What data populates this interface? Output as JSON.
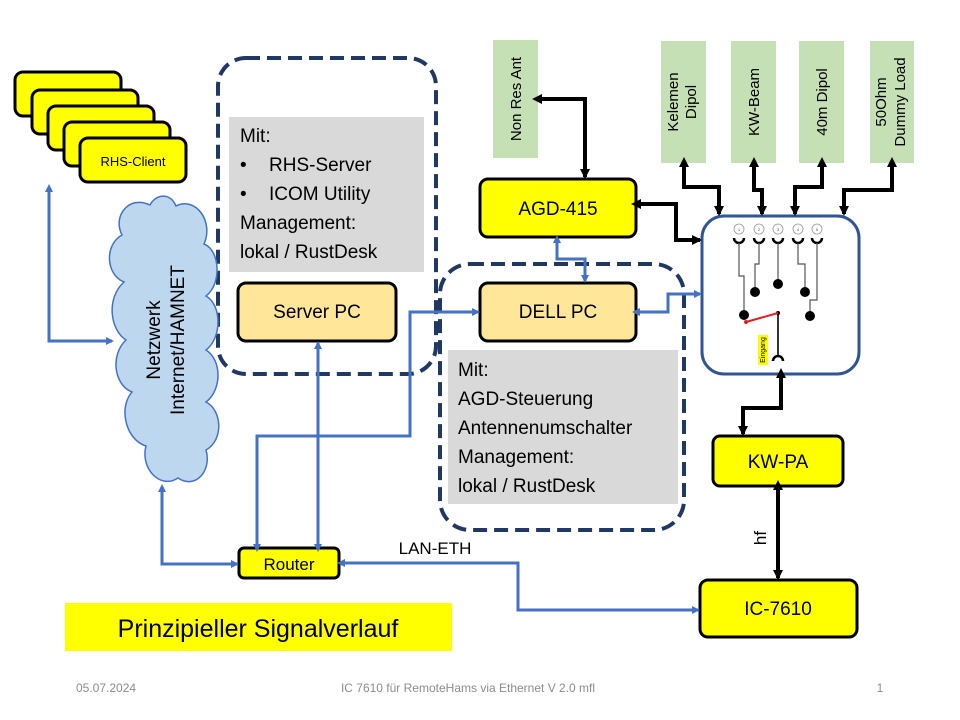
{
  "clients": {
    "label": "RHS-Client",
    "count": 5
  },
  "network": {
    "line1": "Netzwerk",
    "line2": "Internet/HAMNET"
  },
  "server_group": {
    "info": {
      "heading": "Mit:",
      "bullets": [
        "RHS-Server",
        "ICOM Utility"
      ],
      "mgmt_label": "Management:",
      "mgmt_value": "lokal / RustDesk"
    },
    "pc_label": "Server PC"
  },
  "dell_group": {
    "pc_label": "DELL PC",
    "info": {
      "heading": "Mit:",
      "lines": [
        "AGD-Steuerung",
        "Antennenumschalter"
      ],
      "mgmt_label": "Management:",
      "mgmt_value": "lokal / RustDesk"
    }
  },
  "agd": {
    "label": "AGD-415"
  },
  "antennas": {
    "non_res": "Non Res Ant",
    "items": [
      {
        "line1": "Kelemen",
        "line2": "Dipol"
      },
      {
        "line1": "KW-Beam",
        "line2": ""
      },
      {
        "line1": "40m Dipol",
        "line2": ""
      },
      {
        "line1": "50Ohm",
        "line2": "Dummy Load"
      }
    ]
  },
  "switch": {
    "port_labels": [
      "1",
      "2",
      "3",
      "4",
      "5"
    ],
    "input_label": "Eingang"
  },
  "kwpa": {
    "label": "KW-PA"
  },
  "hf_label": "hf",
  "radio": {
    "label": "IC-7610"
  },
  "router": {
    "label": "Router"
  },
  "lan_label": "LAN-ETH",
  "title_box": {
    "label": "Prinzipieller Signalverlauf"
  },
  "footer": {
    "date": "05.07.2024",
    "center": "IC 7610  für RemoteHams via Ethernet V 2.0 mfl",
    "page": "1"
  },
  "colors": {
    "device_yellow": "#ffff00",
    "pc_fill": "#ffe699",
    "antenna_green": "#c5e0b4",
    "info_gray": "#d9d9d9",
    "link_blue": "#4472c4",
    "group_border": "#1f3864",
    "cloud_fill": "#bdd7ee",
    "switch_arm_red": "#e02020"
  }
}
